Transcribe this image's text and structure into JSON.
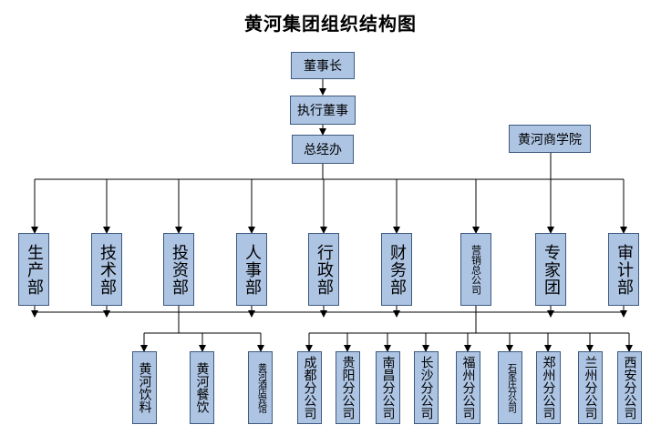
{
  "title": "黄河集团组织结构图",
  "top": {
    "chairman": "董事长",
    "executive_director": "执行董事",
    "general_office": "总经办",
    "business_school": "黄河商学院"
  },
  "departments": [
    "生产部",
    "技术部",
    "投资部",
    "人事部",
    "行政部",
    "财务部",
    "营销总公司",
    "专家团",
    "审计部"
  ],
  "subsidiaries": [
    "黄河饮料",
    "黄河餐饮",
    "黄河酒店宾馆"
  ],
  "branches": [
    "成都分公司",
    "贵阳分公司",
    "南昌分公司",
    "长沙分公司",
    "福州分公司",
    "石家庄分公司",
    "郑州分公司",
    "兰州分公司",
    "西安分公司"
  ]
}
